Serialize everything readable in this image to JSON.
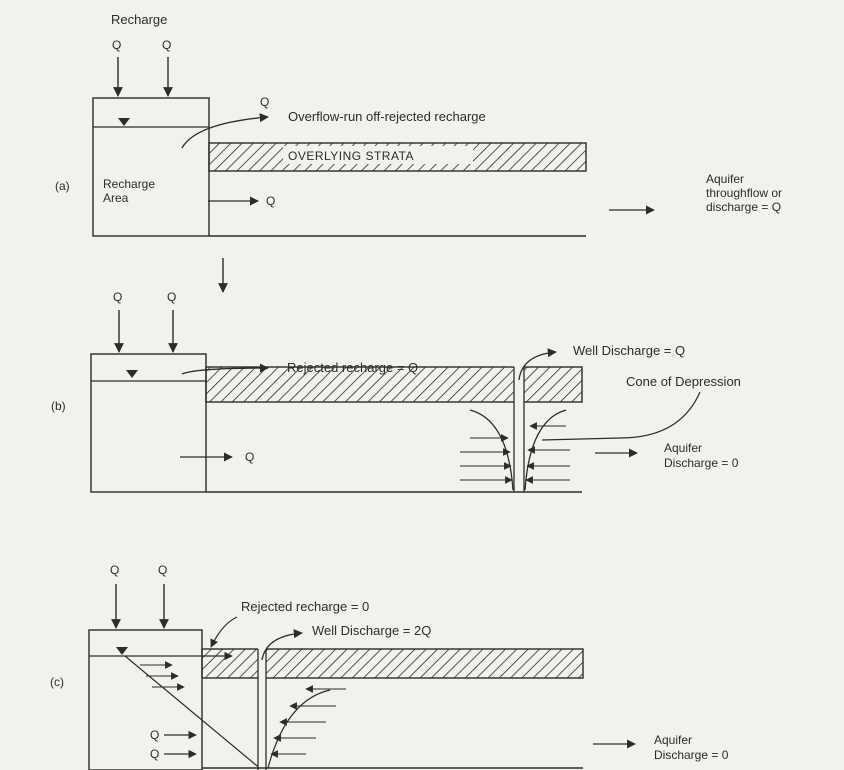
{
  "panel_a": {
    "tag": "(a)",
    "recharge_title": "Recharge",
    "q_in_1": "Q",
    "q_in_2": "Q",
    "q_over": "Q",
    "overflow_label": "Overflow-run off-rejected recharge",
    "strata_label": "OVERLYING STRATA",
    "recharge_area_1": "Recharge",
    "recharge_area_2": "Area",
    "q_flow": "Q",
    "discharge_1": "Aquifer",
    "discharge_2": "throughflow or",
    "discharge_3": "discharge = Q"
  },
  "panel_b": {
    "tag": "(b)",
    "q_in_1": "Q",
    "q_in_2": "Q",
    "rejected_label": "Rejected recharge = Q",
    "well_label": "Well Discharge = Q",
    "cone_label": "Cone of Depression",
    "q_flow": "Q",
    "discharge_1": "Aquifer",
    "discharge_2": "Discharge = 0"
  },
  "panel_c": {
    "tag": "(c)",
    "q_in_1": "Q",
    "q_in_2": "Q",
    "rejected_label": "Rejected recharge = 0",
    "well_label": "Well Discharge = 2Q",
    "q_flow_1": "Q",
    "q_flow_2": "Q",
    "discharge_1": "Aquifer",
    "discharge_2": "Discharge = 0"
  },
  "colors": {
    "ink": "#2c2c2c",
    "paper": "#f3f1ec"
  }
}
